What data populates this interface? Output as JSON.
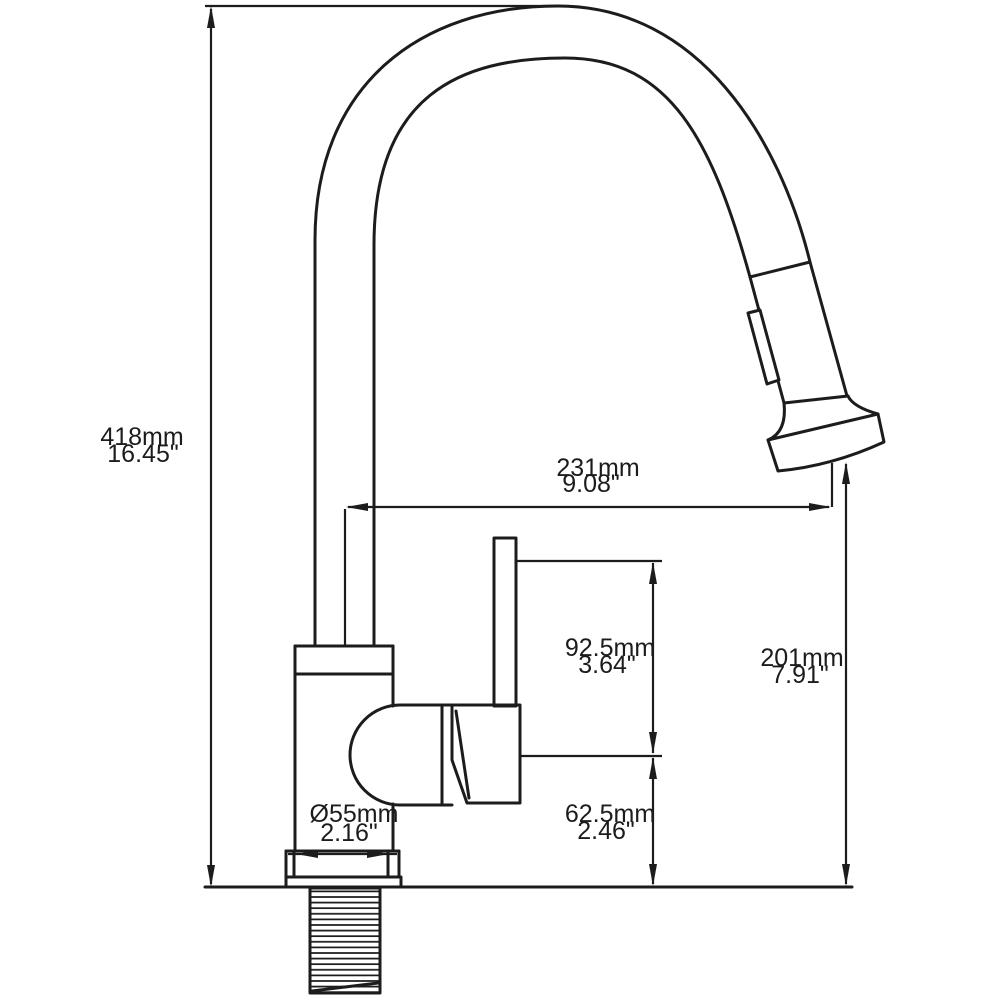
{
  "diagram": {
    "kind": "faucet-technical-drawing",
    "background_color": "#ffffff",
    "line_color": "#1c1c1c"
  },
  "dimensions": {
    "overall_height": {
      "metric": "418mm",
      "imperial": "16.45\""
    },
    "spout_reach": {
      "metric": "231mm",
      "imperial": "9.08\""
    },
    "handle_section_height": {
      "metric": "92.5mm",
      "imperial": "3.64\""
    },
    "spout_outlet_height": {
      "metric": "201mm",
      "imperial": "7.91\""
    },
    "body_lower_height": {
      "metric": "62.5mm",
      "imperial": "2.46\""
    },
    "base_diameter": {
      "metric": "Ø55mm",
      "imperial": "2.16\""
    }
  }
}
